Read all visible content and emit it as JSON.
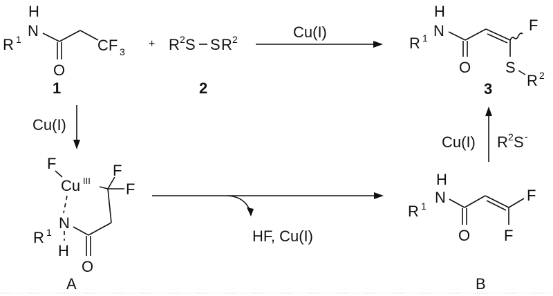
{
  "scheme": {
    "compound1": {
      "number": "1",
      "atoms": {
        "H": "H",
        "N": "N",
        "R": "R",
        "R_sup": "1",
        "O": "O",
        "CF3_main": "CF",
        "CF3_sub": "3"
      }
    },
    "plus": "+",
    "compound2": {
      "number": "2",
      "formula_left": "R",
      "sup_left": "2",
      "S_left": "S",
      "dash": "−",
      "S_right": "S",
      "formula_right": "R",
      "sup_right": "2"
    },
    "top_arrow": {
      "reagent": "Cu(I)"
    },
    "compound3": {
      "number": "3",
      "atoms": {
        "H": "H",
        "N": "N",
        "R": "R",
        "R_sup": "1",
        "O": "O",
        "F": "F",
        "S": "S",
        "R2": "R",
        "R2_sup": "2"
      }
    },
    "left_arrow": {
      "reagent": "Cu(I)"
    },
    "intermediate_A": {
      "label": "A",
      "atoms": {
        "F1": "F",
        "Cu": "Cu",
        "Cu_sup": "III",
        "F2": "F",
        "F3": "F",
        "N": "N",
        "R": "R",
        "R_sup": "1",
        "H": "H",
        "O": "O"
      }
    },
    "bottom_arrow": {
      "byproduct": "HF, Cu(I)"
    },
    "intermediate_B": {
      "label": "B",
      "atoms": {
        "H": "H",
        "N": "N",
        "R": "R",
        "R_sup": "1",
        "O": "O",
        "F1": "F",
        "F2": "F"
      }
    },
    "right_arrow": {
      "reagent_left": "Cu(I)",
      "reagent_right_main": "R",
      "reagent_right_sup": "2",
      "reagent_right_S": "S",
      "reagent_right_charge": "-"
    }
  }
}
